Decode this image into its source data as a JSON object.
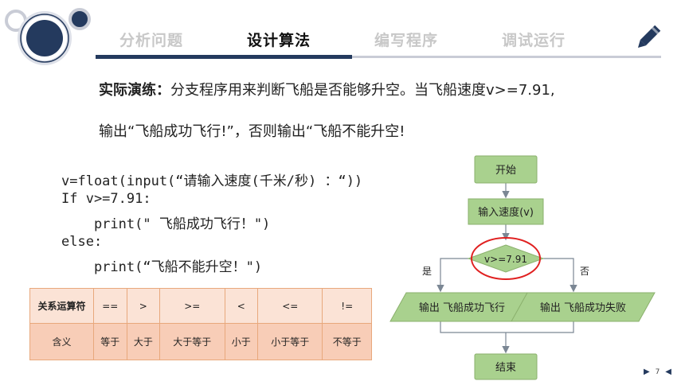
{
  "tabs": [
    {
      "label": "分析问题",
      "active": false
    },
    {
      "label": "设计算法",
      "active": true
    },
    {
      "label": "编写程序",
      "active": false
    },
    {
      "label": "调试运行",
      "active": false
    }
  ],
  "exercise": {
    "heading": "实际演练：",
    "line1": "分支程序用来判断飞船是否能够升空。当飞船速度v>=7.91,",
    "line2": "输出“飞船成功飞行!”，否则输出“飞船不能升空!"
  },
  "code_lines": [
    "v=float(input(“请输入速度(千米/秒) ：“))",
    "If  v>=7.91:",
    "    print(\" 飞船成功飞行！\")",
    "else:",
    "    print(“飞船不能升空！\")"
  ],
  "table": {
    "header_label": "关系运算符",
    "row_label": "含义",
    "operators": [
      "==",
      ">",
      ">=",
      "<",
      "<=",
      "!="
    ],
    "meanings": [
      "等于",
      "大于",
      "大于等于",
      "小于",
      "小于等于",
      "不等于"
    ]
  },
  "flowchart": {
    "start": "开始",
    "input": "输入速度(v)",
    "condition": "v>=7.91",
    "yes_label": "是",
    "no_label": "否",
    "yes_output": "输出 飞船成功飞行",
    "no_output": "输出 飞船成功失败",
    "end": "结束"
  },
  "page": {
    "number": "7",
    "next_icon": "triangle-right-icon",
    "prev_icon": "triangle-left-icon"
  },
  "colors": {
    "accent": "#243a5e",
    "flow_fill": "#a9d18e",
    "flow_stroke": "#8ab06c",
    "highlight": "#e02020",
    "table_border": "#e8a87c"
  }
}
